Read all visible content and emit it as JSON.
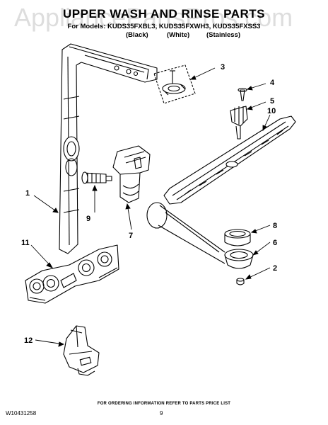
{
  "header": {
    "title": "UPPER WASH AND RINSE PARTS",
    "models": "For Models: KUDS35FXBL3, KUDS35FXWH3, KUDS35FXSS3",
    "colors": [
      "(Black)",
      "(White)",
      "(Stainless)"
    ]
  },
  "watermark": "AppliancePartsPros.com",
  "callouts": [
    "1",
    "2",
    "3",
    "4",
    "5",
    "6",
    "7",
    "8",
    "9",
    "10",
    "11",
    "12"
  ],
  "footer": {
    "note": "FOR ORDERING INFORMATION REFER TO PARTS PRICE LIST",
    "doc_number": "W10431258",
    "page_number": "9"
  }
}
